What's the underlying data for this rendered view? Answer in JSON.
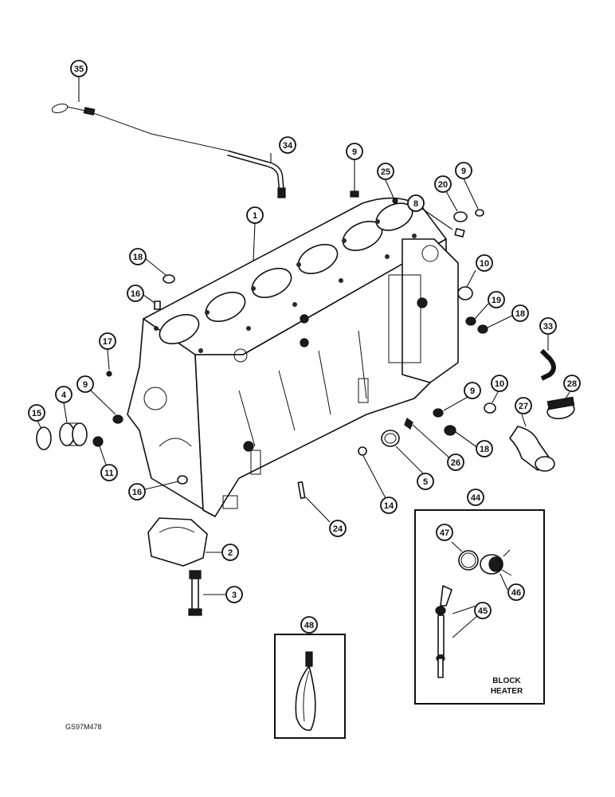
{
  "callouts": [
    "35",
    "34",
    "9",
    "25",
    "20",
    "9",
    "8",
    "1",
    "18",
    "16",
    "10",
    "19",
    "18",
    "33",
    "17",
    "9",
    "4",
    "15",
    "11",
    "16",
    "9",
    "10",
    "28",
    "27",
    "26",
    "18",
    "5",
    "14",
    "24",
    "44",
    "47",
    "46",
    "45",
    "2",
    "3",
    "48"
  ],
  "block_heater_label": {
    "line1": "BLOCK",
    "line2": "HEATER"
  },
  "drawing_code": "GS97M478"
}
